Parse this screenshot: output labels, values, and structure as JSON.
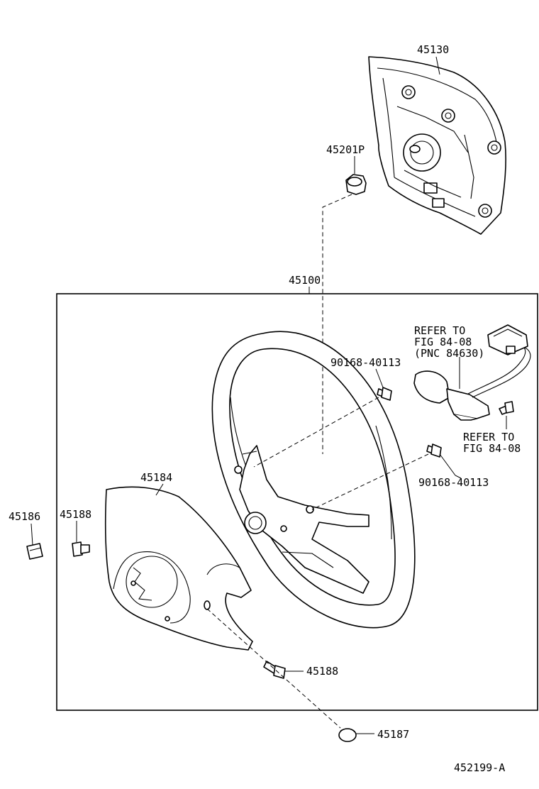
{
  "parts": {
    "pad": "45130",
    "nut": "45201P",
    "wheel_assy": "45100",
    "bolt_upper": "90168-40113",
    "bolt_lower": "90168-40113",
    "cover": "45184",
    "clip": "45186",
    "screw_left": "45188",
    "screw_bottom": "45188",
    "cap": "45187"
  },
  "notes": {
    "switch_ref_line1": "REFER TO",
    "switch_ref_line2": "FIG 84-08",
    "switch_ref_line3": "(PNC 84630)",
    "screw_ref_line1": "REFER TO",
    "screw_ref_line2": "FIG 84-08"
  },
  "figure_id": "452199-A"
}
